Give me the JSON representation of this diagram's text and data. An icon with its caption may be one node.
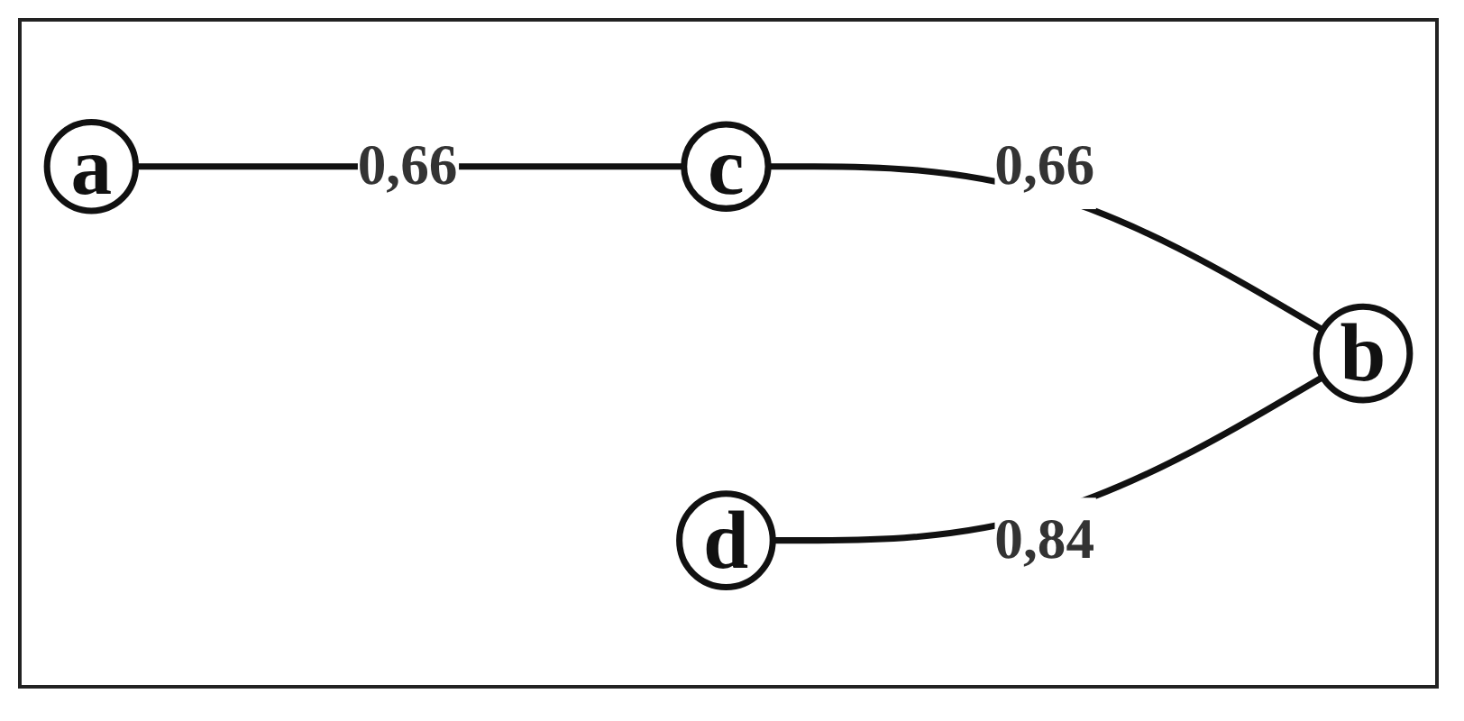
{
  "diagram": {
    "nodes": [
      {
        "text": [
          "a"
        ]
      },
      {
        "text": [
          "c"
        ]
      },
      {
        "text": [
          "d"
        ]
      },
      {
        "text": [
          "b"
        ]
      }
    ],
    "edges": [
      {
        "from": 0,
        "to": 1,
        "arrow": "none",
        "label": "0,66"
      },
      {
        "from": 1,
        "to": 3,
        "arrow": "none",
        "label": "0,66"
      },
      {
        "from": 2,
        "to": 3,
        "arrow": "none",
        "label": "0,84"
      }
    ]
  }
}
